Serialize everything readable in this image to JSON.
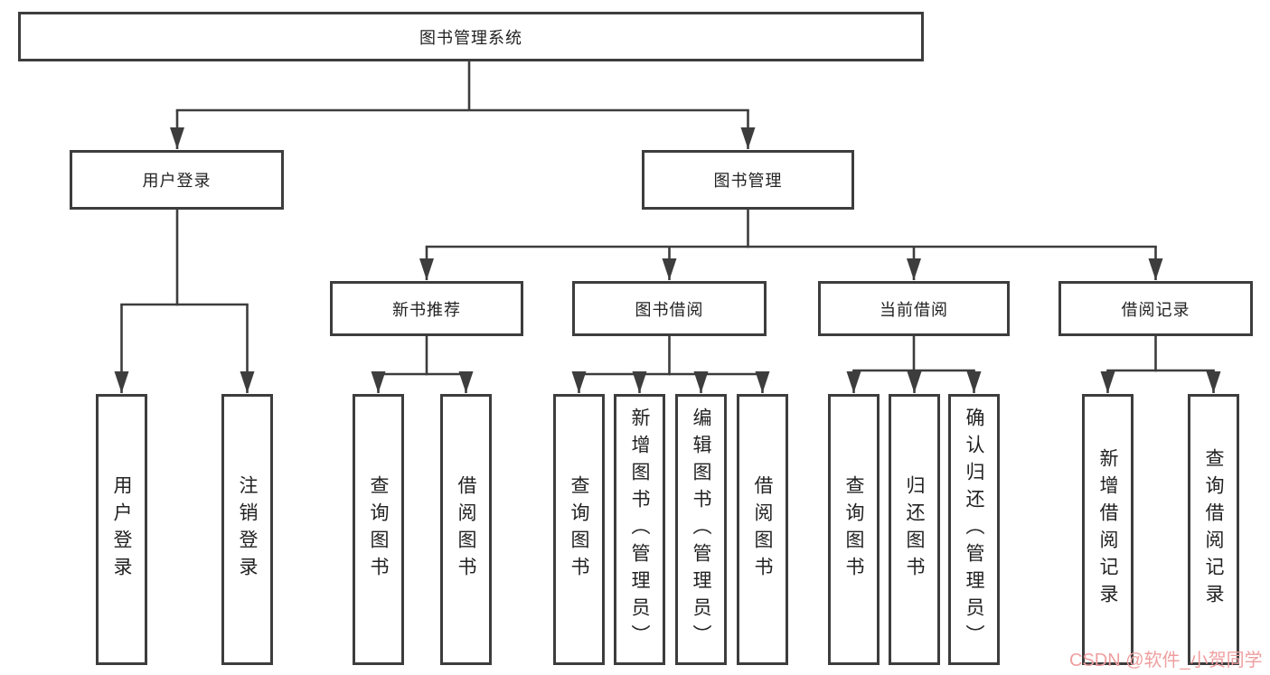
{
  "diagram": {
    "root": {
      "label": "图书管理系统",
      "children": [
        {
          "label": "用户登录",
          "children": [
            {
              "label": "用户登录"
            },
            {
              "label": "注销登录"
            }
          ]
        },
        {
          "label": "图书管理",
          "children": [
            {
              "label": "新书推荐",
              "children": [
                {
                  "label": "查询图书"
                },
                {
                  "label": "借阅图书"
                }
              ]
            },
            {
              "label": "图书借阅",
              "children": [
                {
                  "label": "查询图书"
                },
                {
                  "label": "新增图书（管理员）"
                },
                {
                  "label": "编辑图书（管理员）"
                },
                {
                  "label": "借阅图书"
                }
              ]
            },
            {
              "label": "当前借阅",
              "children": [
                {
                  "label": "查询图书"
                },
                {
                  "label": "归还图书"
                },
                {
                  "label": "确认归还（管理员）"
                }
              ]
            },
            {
              "label": "借阅记录",
              "children": [
                {
                  "label": "新增借阅记录"
                },
                {
                  "label": "查询借阅记录"
                }
              ]
            }
          ]
        }
      ]
    }
  },
  "watermark": {
    "text": "CSDN @软件_小贺同学"
  },
  "colors": {
    "line": "#3d3d3d",
    "box_border": "#3d3d3d",
    "text": "#222222",
    "background": "#ffffff",
    "watermark": "#ef9f9f"
  }
}
